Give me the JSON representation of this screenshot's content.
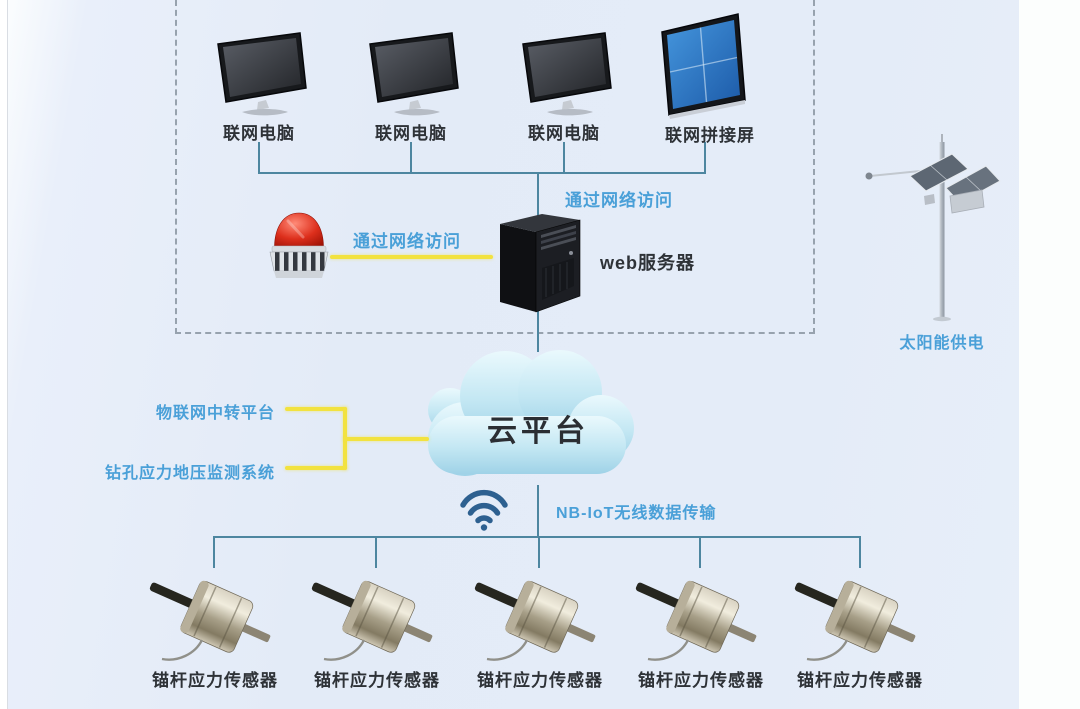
{
  "diagram": {
    "upper_group": {
      "computers": [
        {
          "label": "联网电脑"
        },
        {
          "label": "联网电脑"
        },
        {
          "label": "联网电脑"
        }
      ],
      "video_wall": {
        "label": "联网拼接屏"
      },
      "network_access_top": "通过网络访问",
      "network_access_alarm": "通过网络访问",
      "web_server": {
        "label": "web服务器"
      }
    },
    "cloud": {
      "label": "云平台"
    },
    "platform_labels": {
      "iot_relay": "物联网中转平台",
      "monitoring_system": "钻孔应力地压监测系统"
    },
    "wireless": {
      "label": "NB-IoT无线数据传输"
    },
    "solar": {
      "label": "太阳能供电"
    },
    "sensors": [
      {
        "label": "锚杆应力传感器"
      },
      {
        "label": "锚杆应力传感器"
      },
      {
        "label": "锚杆应力传感器"
      },
      {
        "label": "锚杆应力传感器"
      },
      {
        "label": "锚杆应力传感器"
      }
    ],
    "colors": {
      "background": "#e4ecf8",
      "line_teal": "#4d86a0",
      "line_yellow": "#f2e23f",
      "text_blue": "#4aa0d8",
      "text_dark": "#2e3237",
      "wifi_blue": "#2d6090",
      "video_wall_blue": "#2f7cc4",
      "alarm_red": "#cc1a0a"
    }
  }
}
